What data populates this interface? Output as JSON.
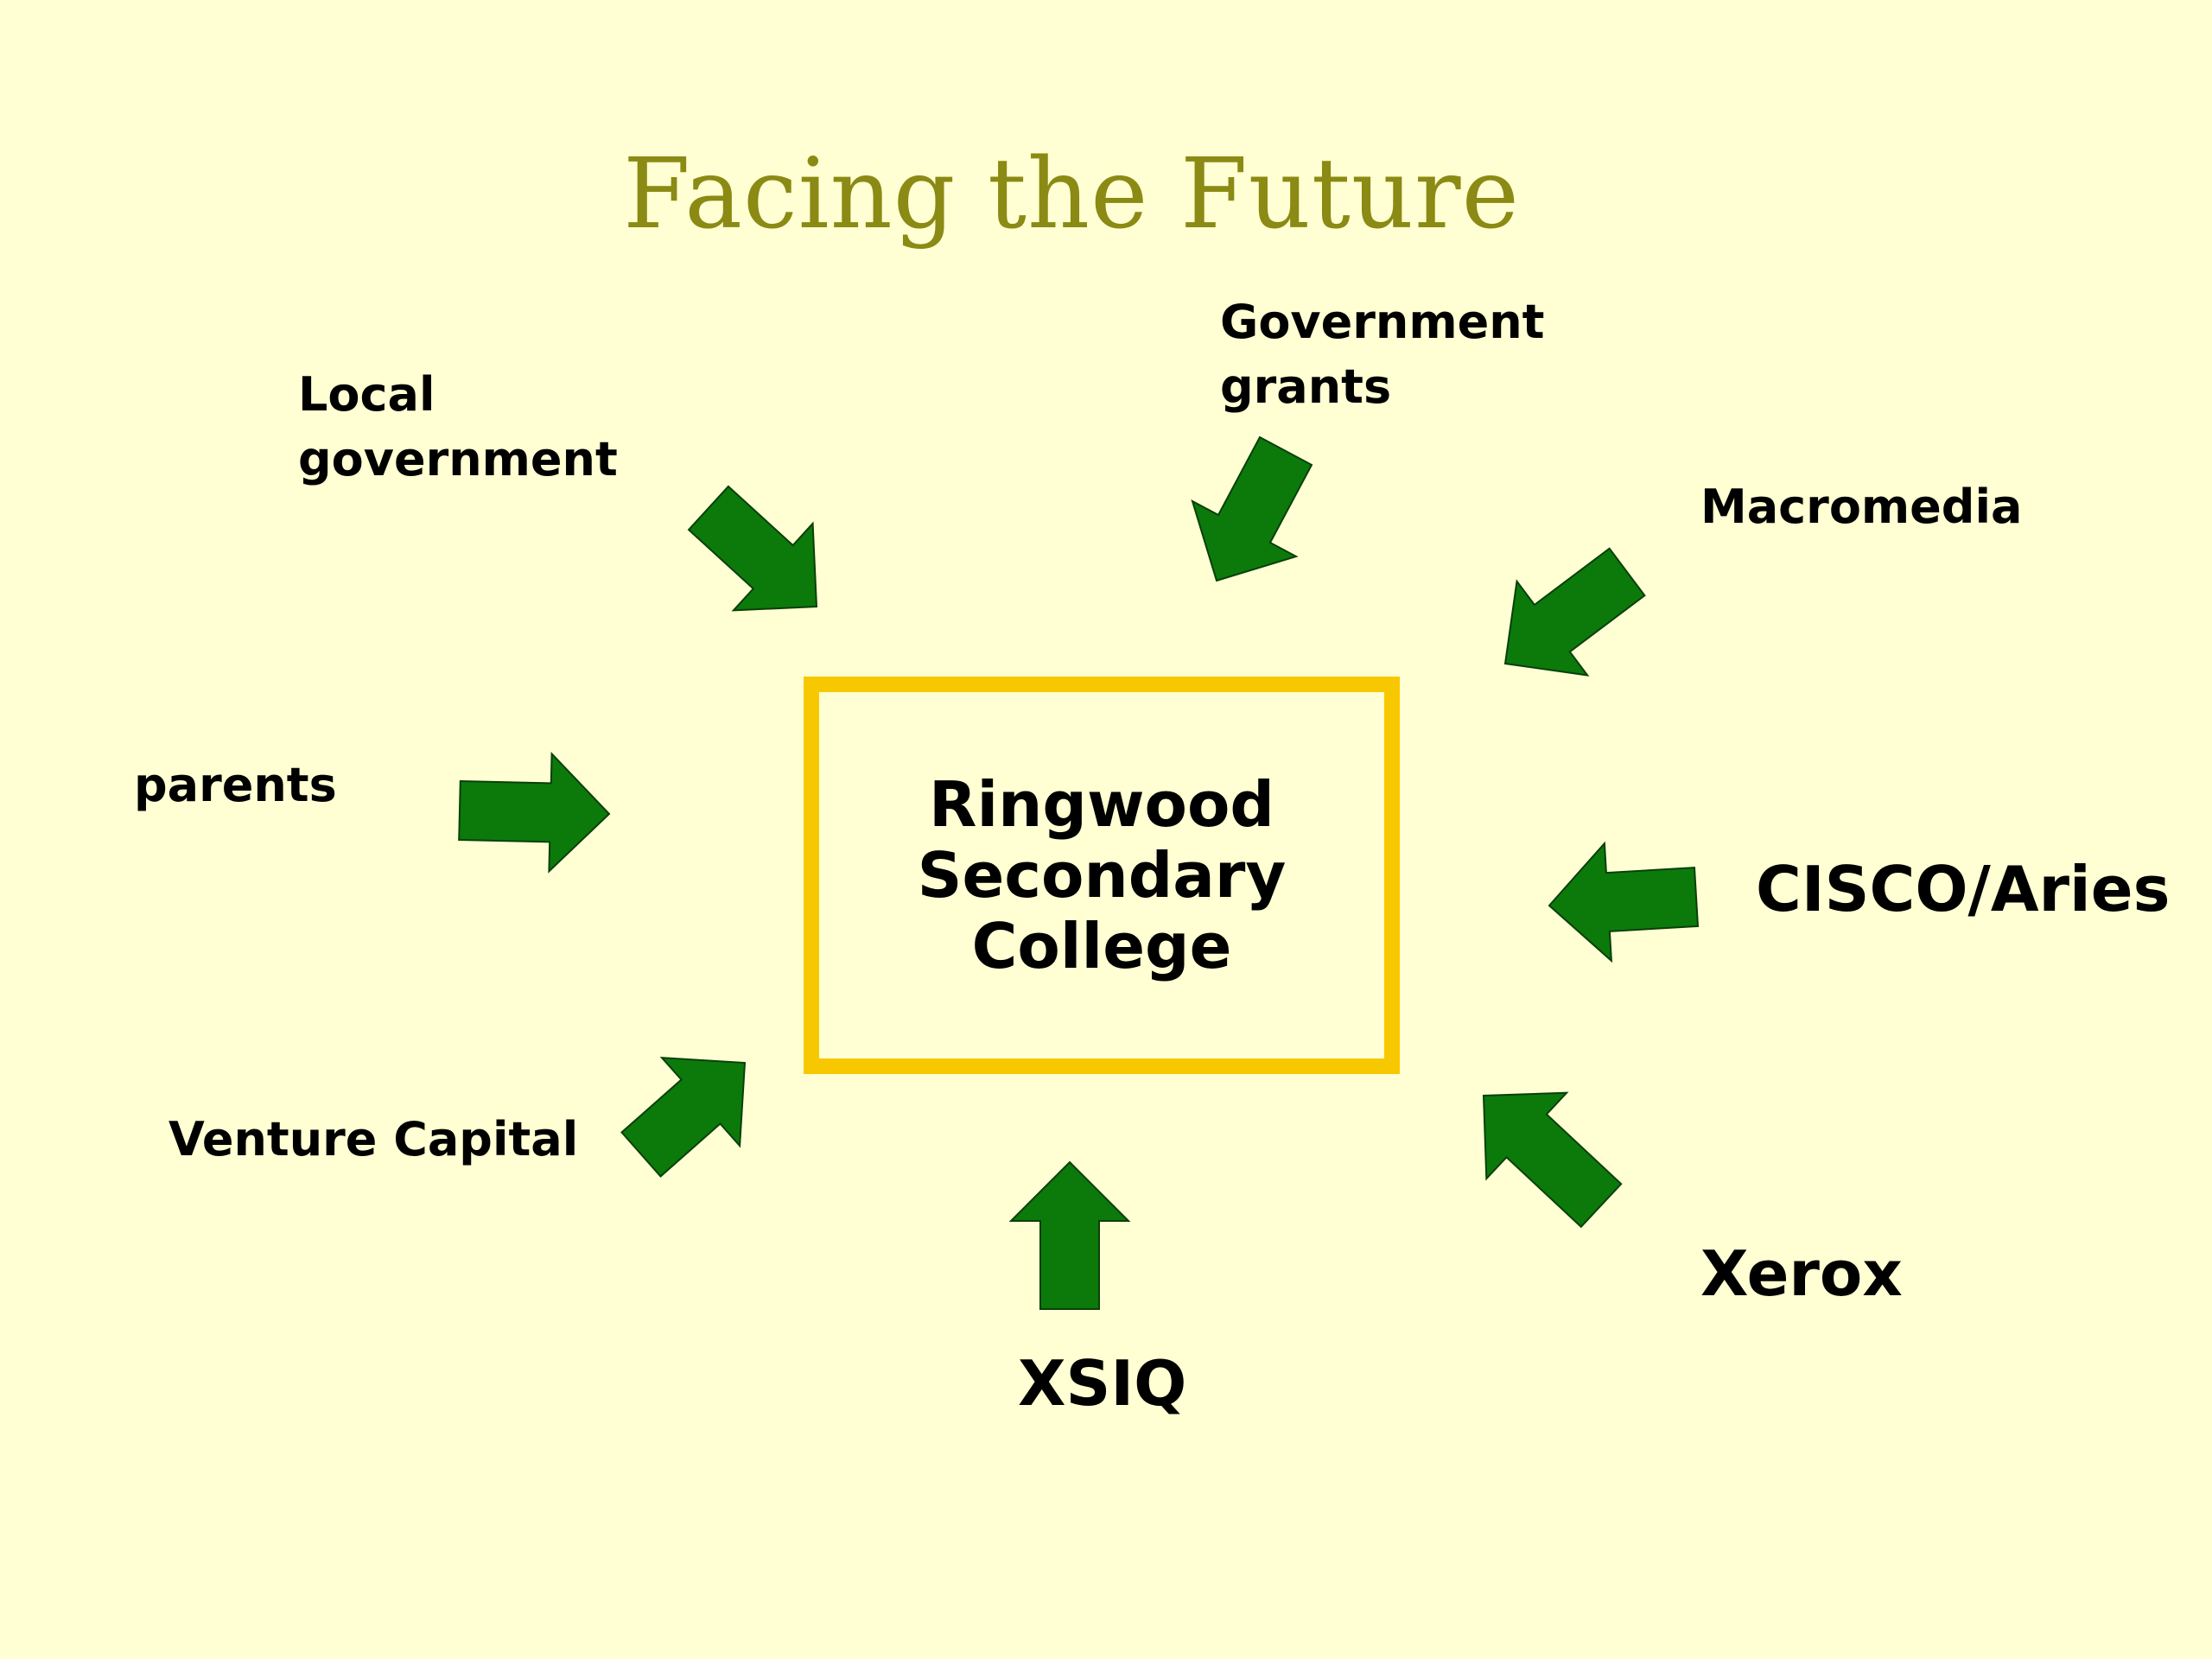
{
  "title": "Facing the Future",
  "center": {
    "lines": [
      "Ringwood",
      "Secondary",
      "College"
    ],
    "border_color": "#f7c800"
  },
  "arrow_color": "#0b7a0b",
  "labels": {
    "local_government": [
      "Local",
      "government"
    ],
    "government_grants": [
      "Government",
      "grants"
    ],
    "macromedia": "Macromedia",
    "parents": "parents",
    "cisco_aries": "CISCO/Aries",
    "venture_capital": "Venture Capital",
    "xsiq": "XSIQ",
    "xerox": "Xerox"
  }
}
